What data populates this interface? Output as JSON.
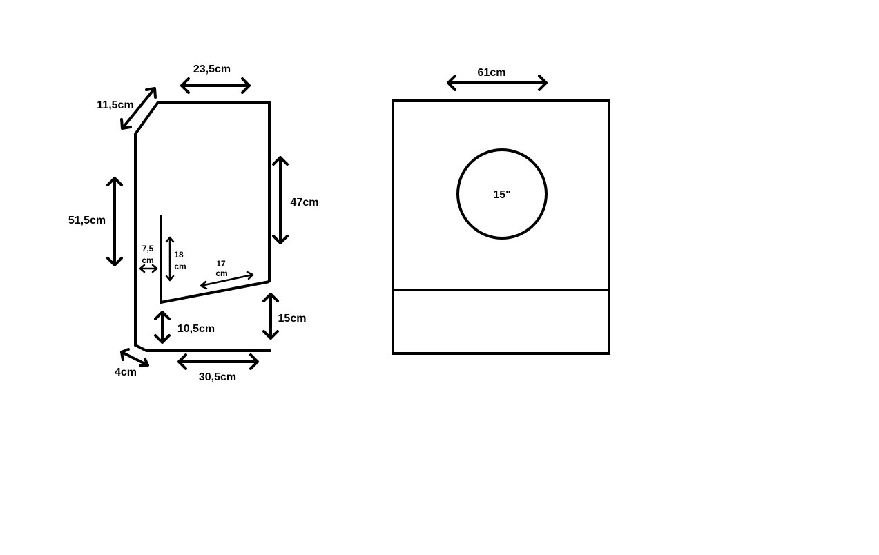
{
  "side_view": {
    "dimensions": {
      "top": "23,5cm",
      "chamfer_top": "11,5cm",
      "left_upper": "51,5cm",
      "right_upper": "47cm",
      "inner_gap": "7,5",
      "inner_gap_unit": "cm",
      "inner_height": "18",
      "inner_height_unit": "cm",
      "inner_slope": "17",
      "inner_slope_unit": "cm",
      "bottom_gap": "10,5cm",
      "right_lower": "15cm",
      "chamfer_bottom": "4cm",
      "bottom": "30,5cm"
    }
  },
  "front_view": {
    "width": "61cm",
    "speaker": "15\""
  }
}
